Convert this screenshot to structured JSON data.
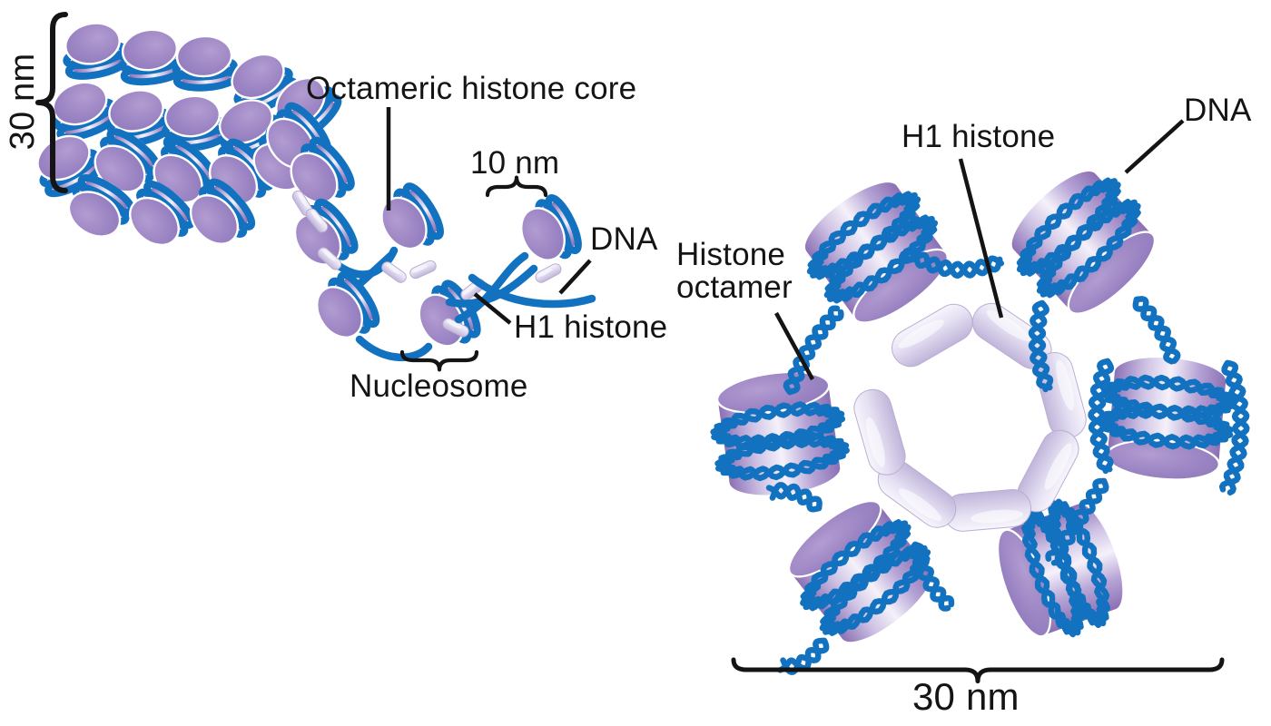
{
  "colors": {
    "background": "#ffffff",
    "dna_blue": "#1272bf",
    "histone_face": "#9c85c3",
    "histone_edge": "#8a6fb4",
    "h1_capsule": "#e3ddf1",
    "label_text": "#141414"
  },
  "left_figure": {
    "description": "30 nm chromatin fiber unwinding into a 10 nm nucleosome string",
    "fiber_scale_label": "30 nm",
    "labels": {
      "octameric_core": "Octameric histone core",
      "bead_scale": "10 nm",
      "dna": "DNA",
      "h1": "H1 histone",
      "nucleosome": "Nucleosome"
    }
  },
  "right_figure": {
    "description": "Cross-section of the 30 nm fiber",
    "labels": {
      "h1": "H1 histone",
      "dna": "DNA",
      "histone_octamer": "Histone\noctamer",
      "fiber_scale_label": "30 nm"
    }
  }
}
